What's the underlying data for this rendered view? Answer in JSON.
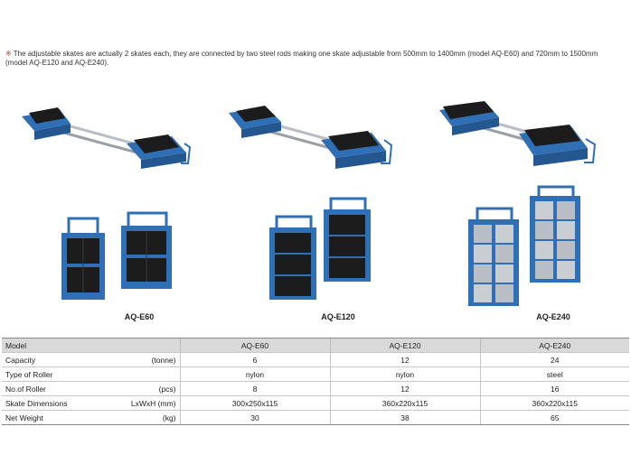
{
  "note": {
    "mark": "※",
    "text": "The adjustable skates are actually 2 skates each, they are connected by two steel rods making one skate adjustable from 500mm to 1400mm (model AQ-E60) and 720mm to 1500mm (model AQ-E120 and AQ-E240)."
  },
  "models": [
    "AQ-E60",
    "AQ-E120",
    "AQ-E240"
  ],
  "colors": {
    "blue": "#2f6fb5",
    "dark": "#1c1c1c",
    "steel": "#b9bec4"
  },
  "table": {
    "header": [
      "Model",
      "AQ-E60",
      "AQ-E120",
      "AQ-E240"
    ],
    "rows": [
      {
        "label": "Capacity",
        "unit": "(tonne)",
        "values": [
          "6",
          "12",
          "24"
        ]
      },
      {
        "label": "Type of Roller",
        "unit": "",
        "values": [
          "nylon",
          "nylon",
          "steel"
        ]
      },
      {
        "label": "No.of Roller",
        "unit": "(pcs)",
        "values": [
          "8",
          "12",
          "16"
        ]
      },
      {
        "label": "Skate Dimensions",
        "unit": "LxWxH (mm)",
        "values": [
          "300x250x115",
          "360x220x115",
          "360x220x115"
        ]
      },
      {
        "label": "Net Weight",
        "unit": "(kg)",
        "values": [
          "30",
          "38",
          "65"
        ]
      }
    ]
  }
}
